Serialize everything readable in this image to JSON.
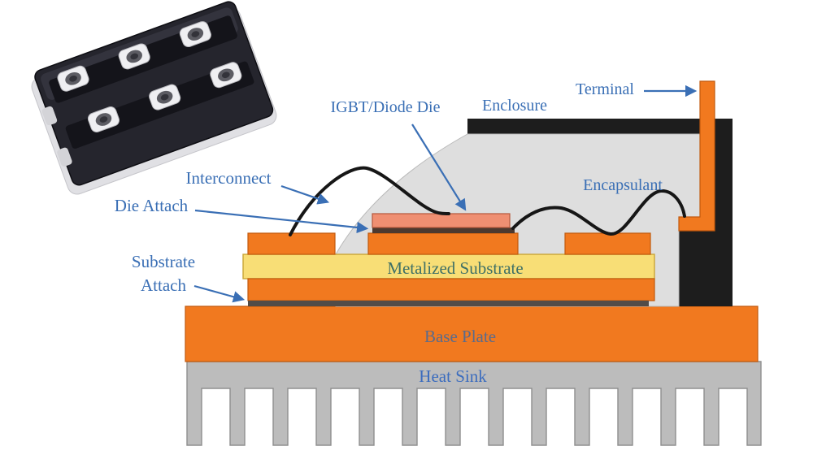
{
  "diagram": {
    "title_hint": "IGBT power module packaging cross-section",
    "labels": {
      "terminal": "Terminal",
      "enclosure": "Enclosure",
      "encapsulant": "Encapsulant",
      "igbt_diode_die": "IGBT/Diode Die",
      "interconnect": "Interconnect",
      "die_attach": "Die Attach",
      "substrate_attach_line1": "Substrate",
      "substrate_attach_line2": "Attach",
      "metalized_substrate": "Metalized Substrate",
      "base_plate": "Base Plate",
      "heat_sink": "Heat Sink"
    },
    "colors": {
      "background": "#FFFFFF",
      "copper_orange": "#F1791F",
      "ceramic_yellow": "#F8DE76",
      "die_salmon": "#EF8F72",
      "die_attach_brown": "#4C392F",
      "substrate_attach_gray": "#524C48",
      "encapsulant_gray": "#DEDEDE",
      "enclosure_black": "#1D1D1D",
      "heatsink_gray": "#BCBCBC",
      "wire_black": "#161616",
      "label_blue": "#3A6FB5",
      "metalized_text": "#3F7066",
      "base_plate_text": "#5A6B8C",
      "heat_sink_text": "#3B6CBE",
      "photo_body_black": "#25252D",
      "photo_rail_black": "#14141A",
      "photo_base_silver": "#E0E0E4",
      "photo_screw_silver": "#EFEFF2",
      "photo_screw_hole": "#5C5C63"
    },
    "photo": {
      "name": "igbt-power-module-photo"
    }
  }
}
